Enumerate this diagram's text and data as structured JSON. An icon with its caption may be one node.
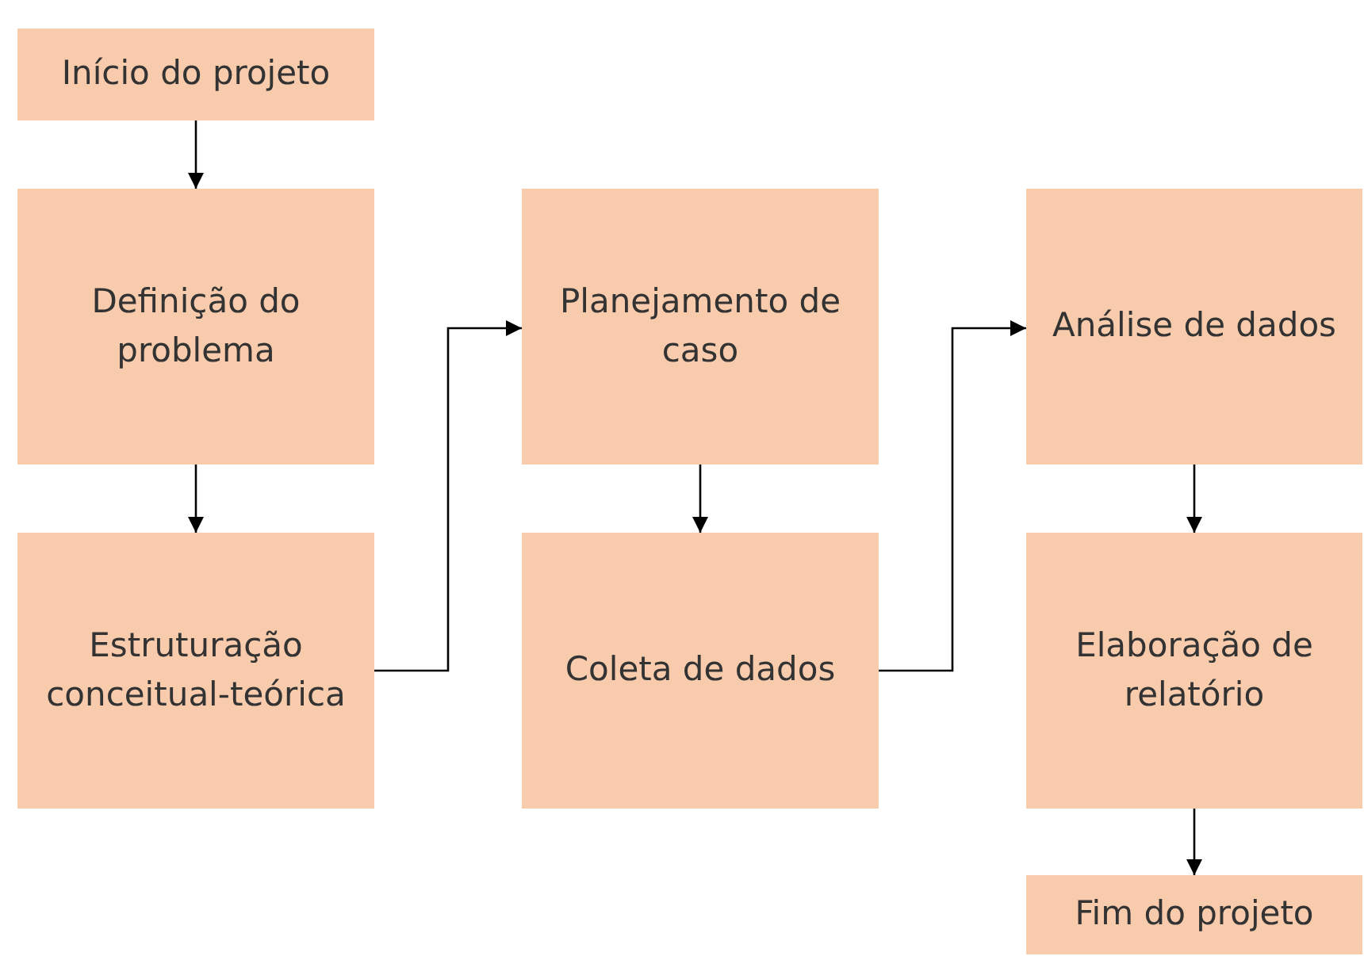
{
  "diagram": {
    "nodes": [
      {
        "text": [
          "Início do projeto"
        ]
      },
      {
        "text": [
          "Definição do problema"
        ]
      },
      {
        "text": [
          "Estruturação conceitual-teórica"
        ]
      },
      {
        "text": [
          "Planejamento de caso"
        ]
      },
      {
        "text": [
          "Coleta de dados"
        ]
      },
      {
        "text": [
          "Análise de dados"
        ]
      },
      {
        "text": [
          "Elaboração de relatório"
        ]
      },
      {
        "text": [
          "Fim do projeto"
        ]
      }
    ],
    "edges": [
      {
        "from": 0,
        "to": 1,
        "arrow": "to"
      },
      {
        "from": 1,
        "to": 2,
        "arrow": "to"
      },
      {
        "from": 2,
        "to": 3,
        "arrow": "to"
      },
      {
        "from": 3,
        "to": 4,
        "arrow": "to"
      },
      {
        "from": 4,
        "to": 5,
        "arrow": "to"
      },
      {
        "from": 5,
        "to": 6,
        "arrow": "to"
      },
      {
        "from": 6,
        "to": 7,
        "arrow": "to"
      }
    ]
  }
}
